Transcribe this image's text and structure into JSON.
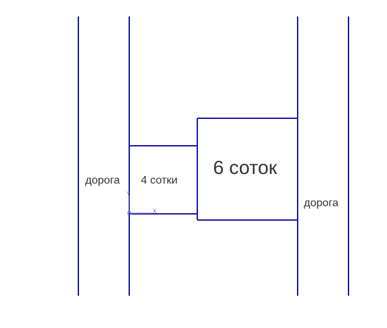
{
  "labels": {
    "road_left": "дорога",
    "road_right": "дорога",
    "plot_small": "4 сотки",
    "plot_big": "6 соток"
  },
  "axis": {
    "x_label": "X",
    "y_label": "Y"
  },
  "colors": {
    "line": "#1a1aa6",
    "text": "#333333",
    "axis": "#6a6acd"
  }
}
